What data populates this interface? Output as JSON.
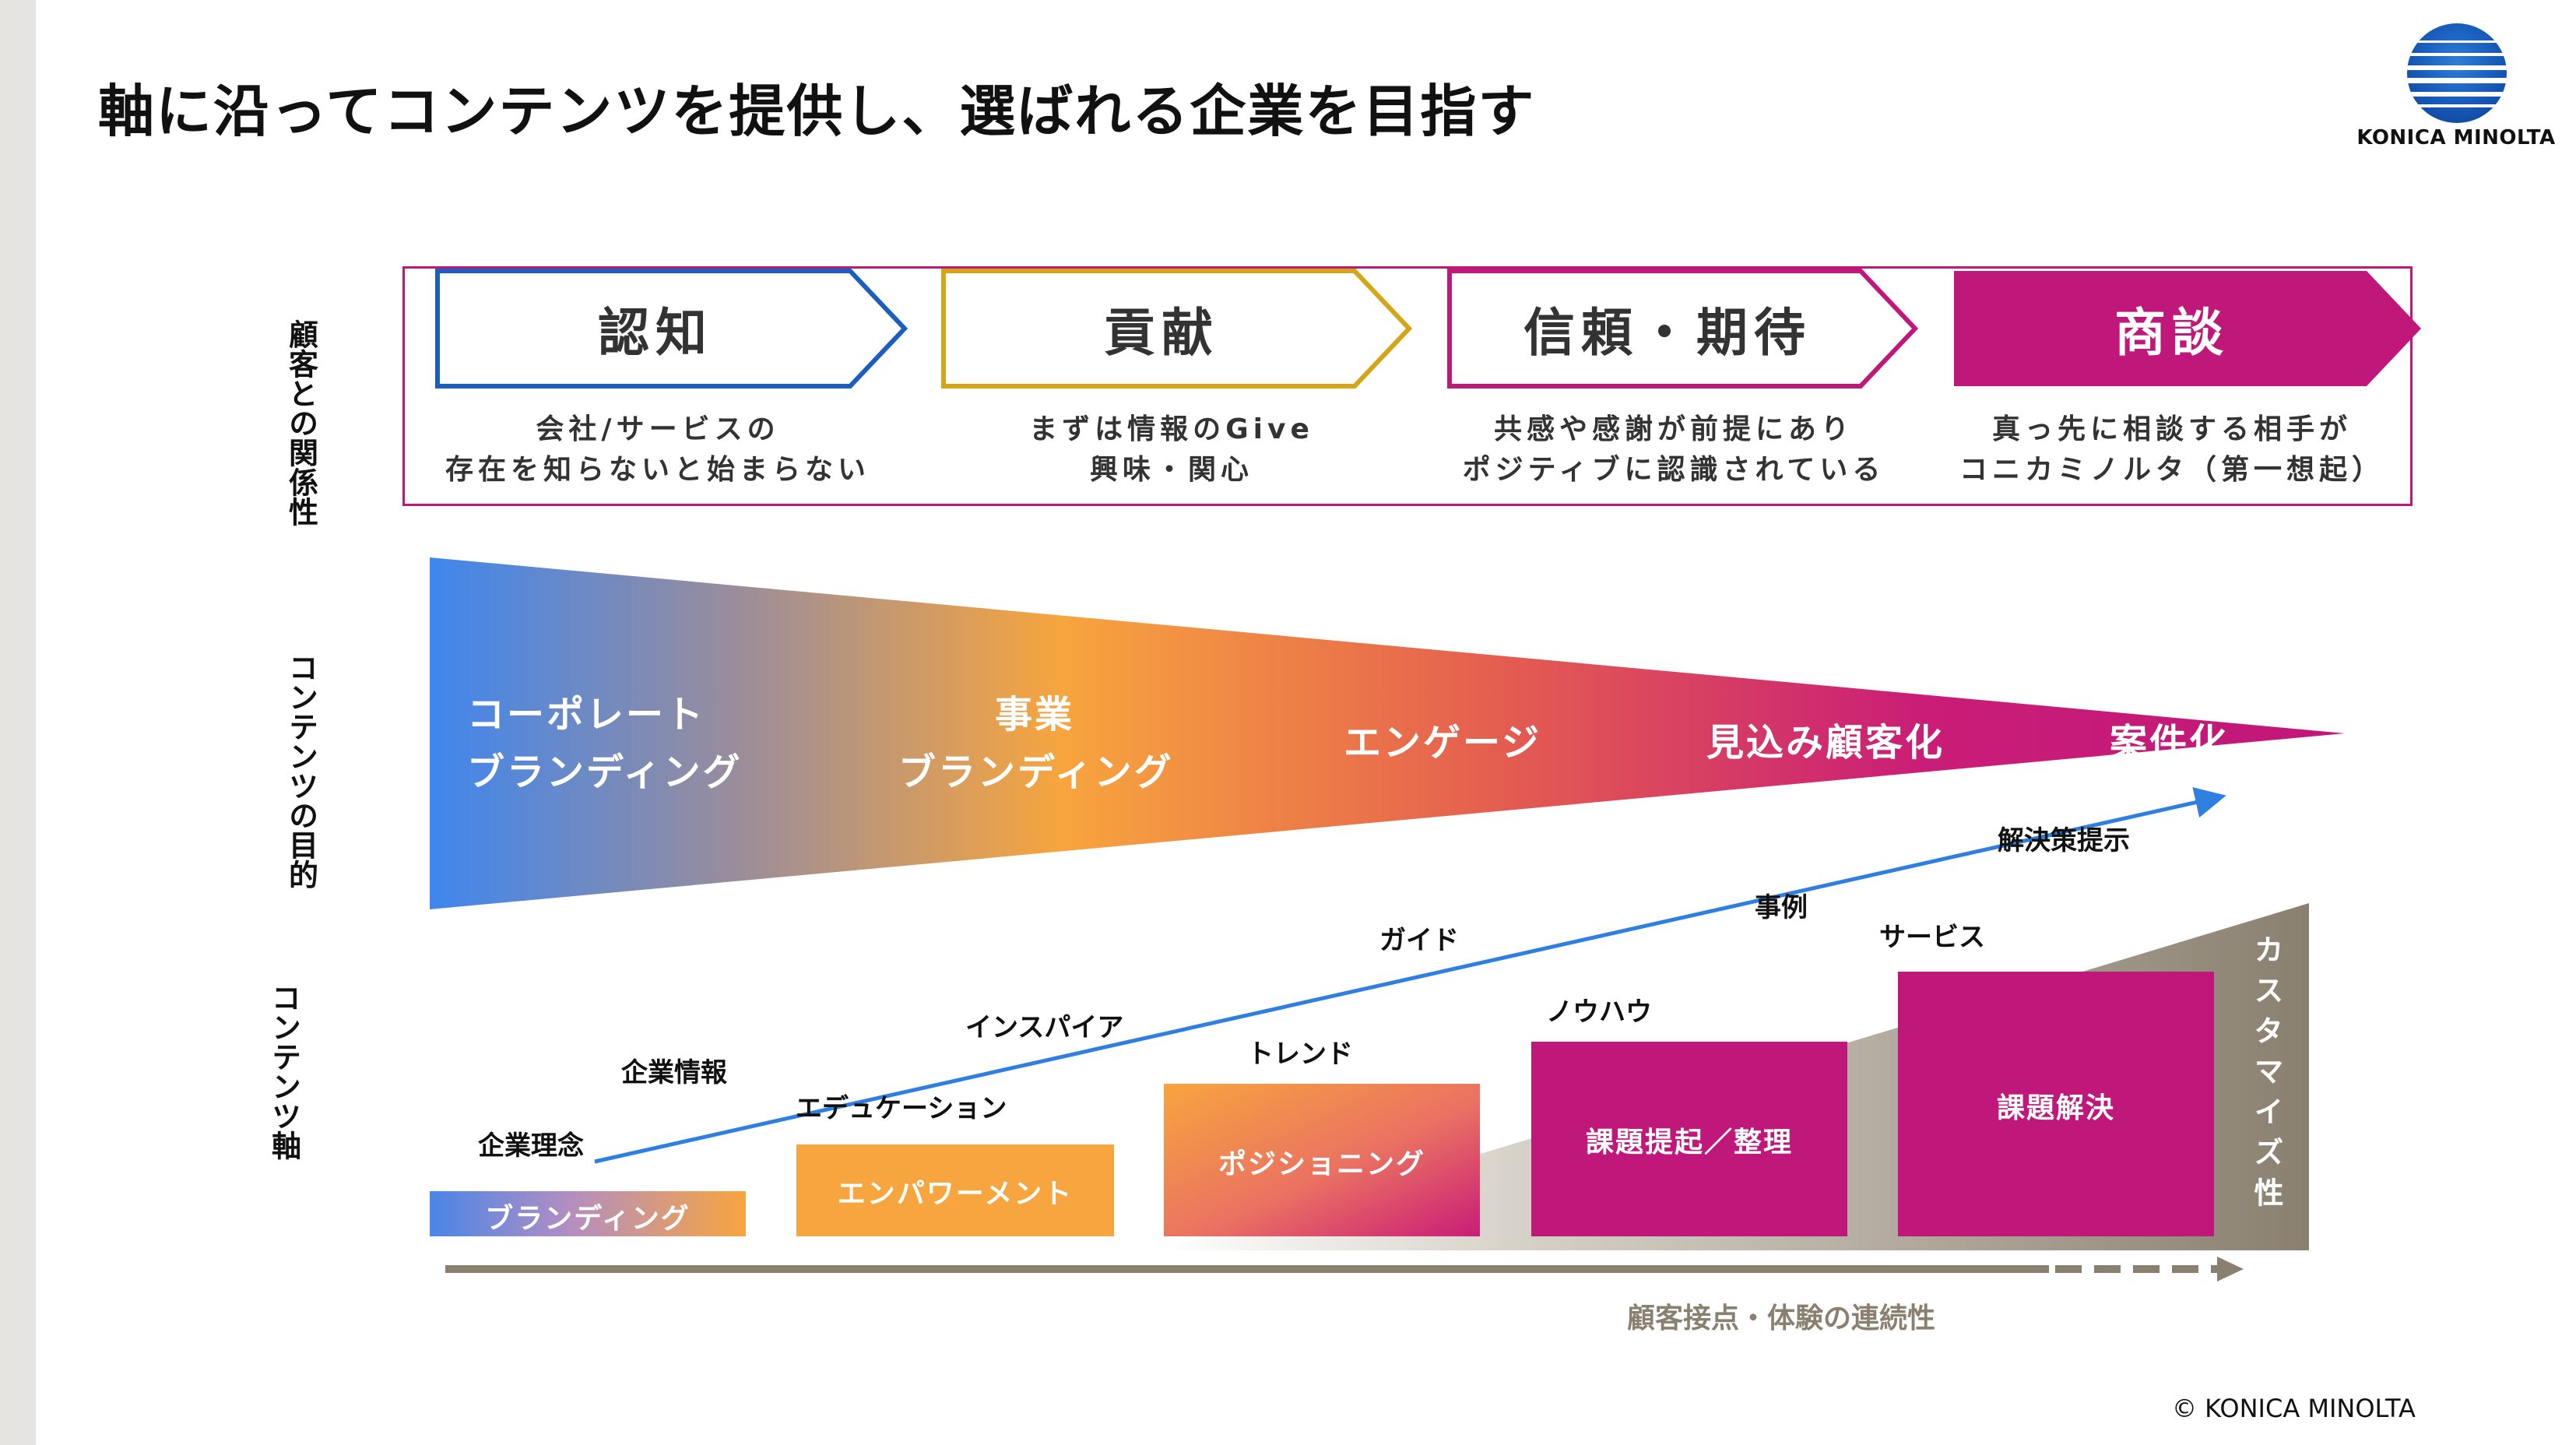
{
  "title": "軸に沿ってコンテンツを提供し、選ばれる企業を目指す",
  "logo": {
    "text": "KONICA MINOLTA"
  },
  "row_labels": {
    "relationship": "顧客との関係性",
    "purpose": "コンテンツの目的",
    "axis": "コンテンツ軸"
  },
  "stages": [
    {
      "title": "認知",
      "line1": "会社/サービスの",
      "line2": "存在を知らないと始まらない",
      "color": "#1a5fbf"
    },
    {
      "title": "貢献",
      "line1": "まずは情報のGive",
      "line2": "興味・関心",
      "color": "#d4a514"
    },
    {
      "title": "信頼・期待",
      "line1": "共感や感謝が前提にあり",
      "line2": "ポジティブに認識されている",
      "color": "#c0177a"
    },
    {
      "title": "商談",
      "line1": "真っ先に相談する相手が",
      "line2": "コニカミノルタ（第一想起）",
      "color": "#c0177a"
    }
  ],
  "funnel": {
    "labels": {
      "corporate_l1": "コーポレート",
      "corporate_l2": "ブランディング",
      "business_l1": "事業",
      "business_l2": "ブランディング",
      "engage": "エンゲージ",
      "prospect": "見込み顧客化",
      "deal": "案件化"
    }
  },
  "axis_labels": {
    "philosophy": "企業理念",
    "corporate_info": "企業情報",
    "education": "エデュケーション",
    "inspire": "インスパイア",
    "trend": "トレンド",
    "guide": "ガイド",
    "knowhow": "ノウハウ",
    "case": "事例",
    "service": "サービス",
    "solution_proposal": "解決策提示"
  },
  "boxes": {
    "branding": "ブランディング",
    "empowerment": "エンパワーメント",
    "positioning": "ポジショニング",
    "problem_raise": "課題提起／整理",
    "problem_solve": "課題解決"
  },
  "customize": "カスタマイズ性",
  "bottom_label": "顧客接点・体験の連続性",
  "copyright": "© KONICA MINOLTA",
  "colors": {
    "magenta": "#c0177a",
    "orange": "#f7a53e",
    "blue": "#4a86e8",
    "gray": "#8a8070",
    "arrow_blue": "#2f7fe0"
  }
}
